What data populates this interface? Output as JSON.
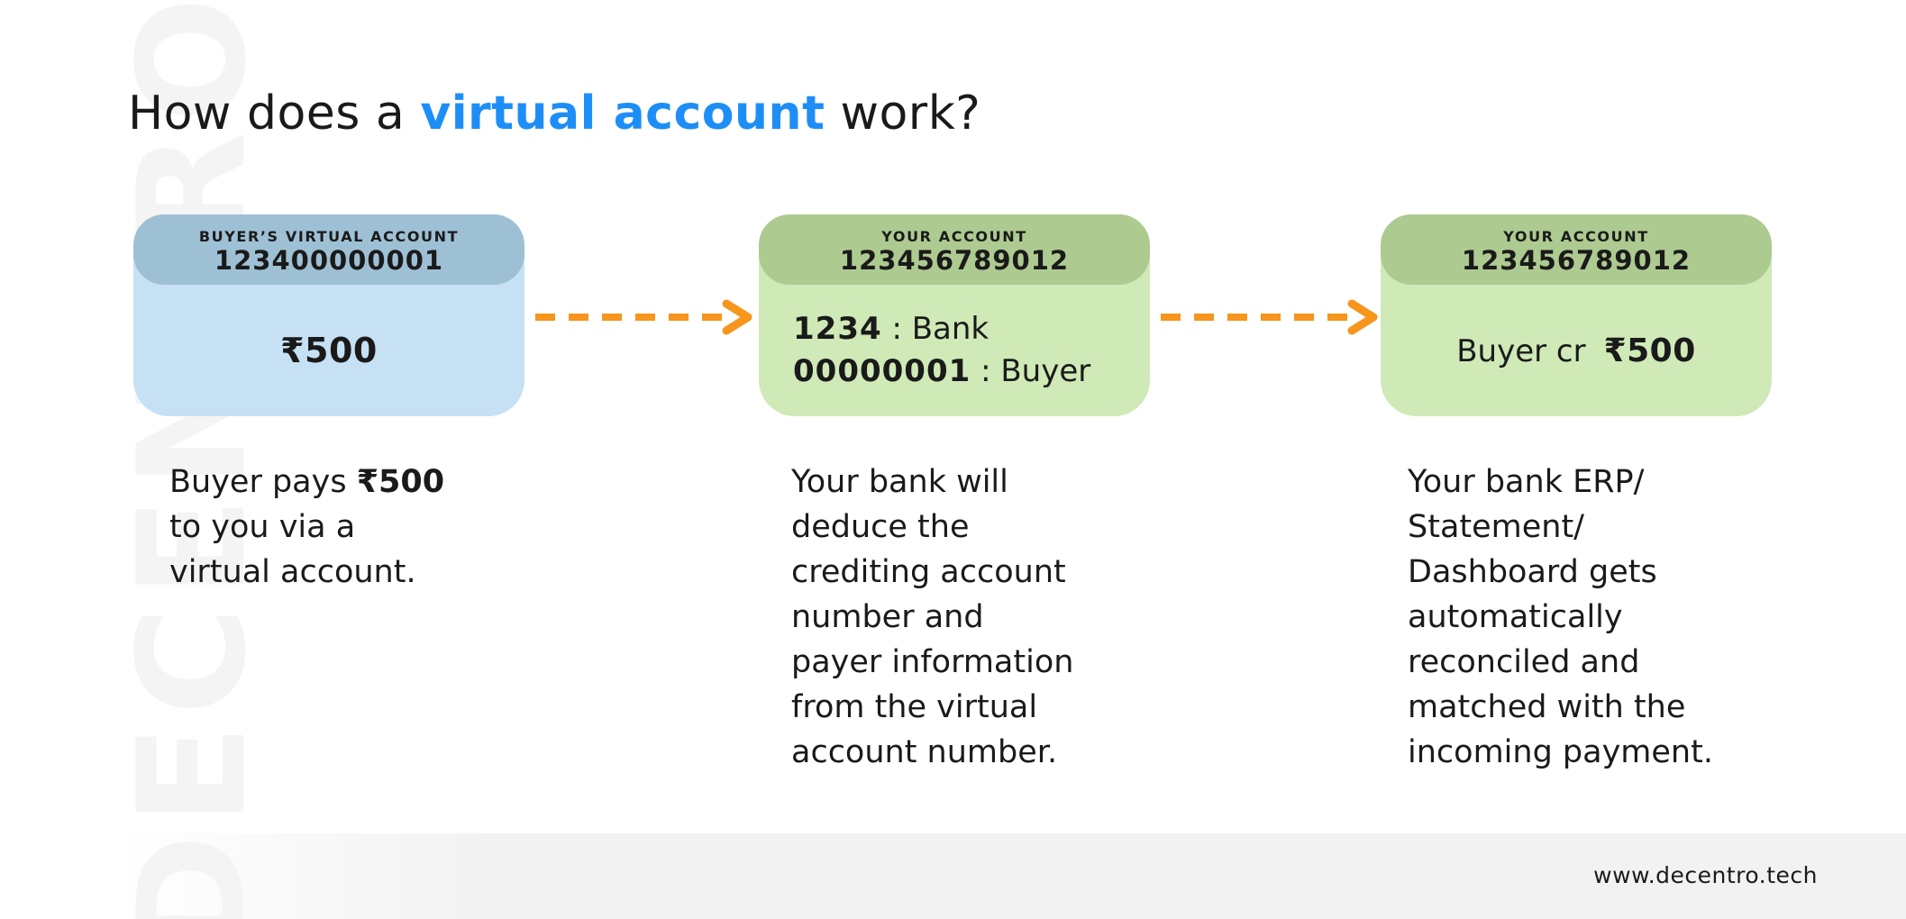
{
  "title": {
    "prefix": "How does a ",
    "highlight": "virtual account",
    "suffix": " work?"
  },
  "watermark_text": "DECENTRO",
  "colors": {
    "accent_blue": "#1e8ef7",
    "arrow_orange": "#f7951d",
    "card1_header_bg": "#9ec0d5",
    "card1_body_bg": "#c6e1f3",
    "card23_header_bg": "#adca90",
    "card23_body_bg": "#cfe9b7",
    "watermark_gray": "#f4f4f4",
    "footer_band_gray": "#f2f2f2",
    "text_dark": "#1a1a1a"
  },
  "cards": [
    {
      "header_label": "BUYER’S VIRTUAL ACCOUNT",
      "account_number": "123400000001",
      "amount": "₹500"
    },
    {
      "header_label": "YOUR ACCOUNT",
      "account_number": "123456789012",
      "rows": [
        {
          "strong": "1234",
          "rest": " : Bank"
        },
        {
          "strong": "00000001",
          "rest": " : Buyer"
        }
      ]
    },
    {
      "header_label": "YOUR ACCOUNT",
      "account_number": "123456789012",
      "body_prefix": "Buyer cr",
      "amount": "₹500"
    }
  ],
  "descriptions": [
    {
      "line1_pre": "Buyer pays ",
      "line1_bold": "₹500",
      "line2": "to you via a",
      "line3": "virtual account."
    },
    {
      "lines": [
        "Your bank will",
        "deduce the",
        "crediting account",
        "number and",
        "payer information",
        "from the virtual",
        "account number."
      ]
    },
    {
      "lines": [
        "Your bank ERP/",
        "Statement/",
        "Dashboard gets",
        "automatically",
        "reconciled and",
        "matched with the",
        "incoming payment."
      ]
    }
  ],
  "footer": {
    "url": "www.decentro.tech"
  }
}
